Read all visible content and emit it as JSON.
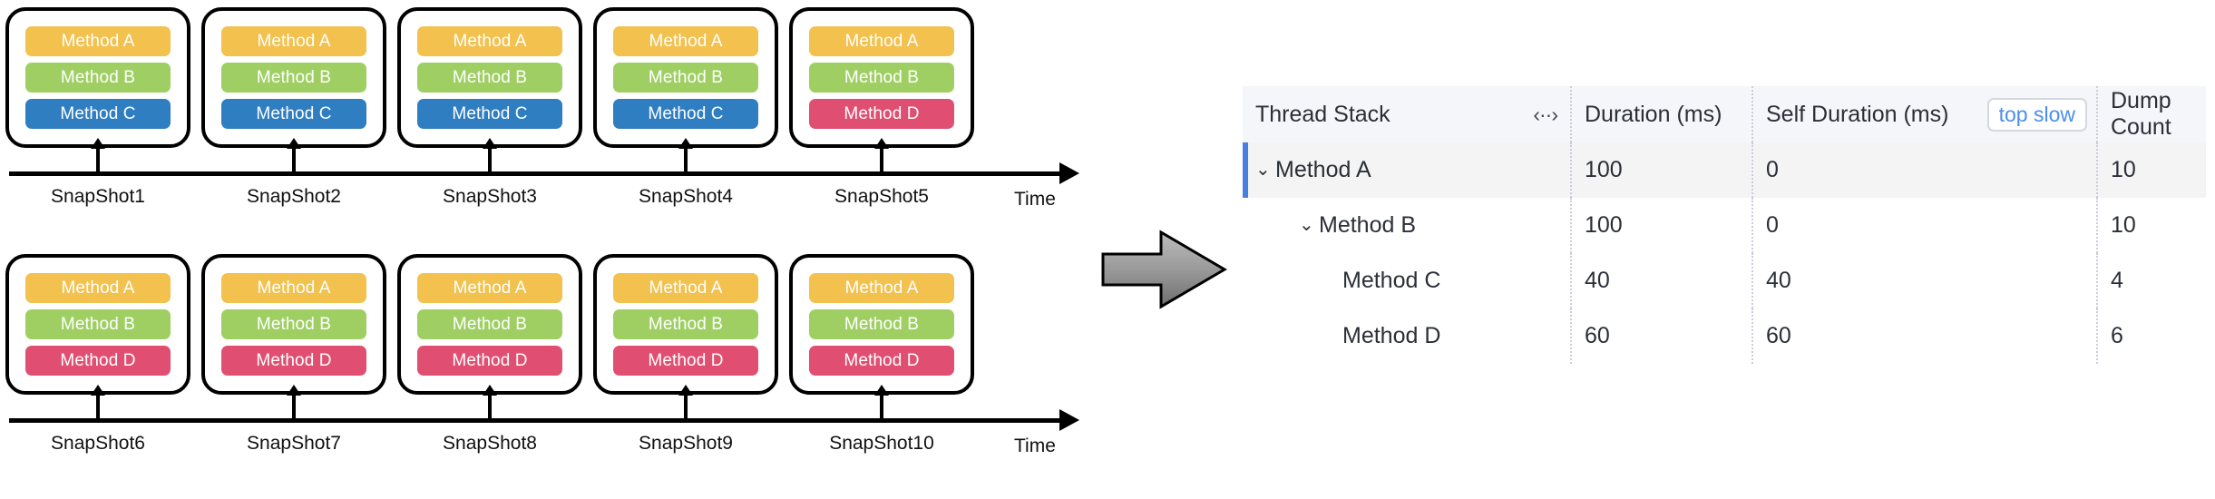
{
  "diagram": {
    "rows": [
      {
        "axis_time_label": "Time",
        "snapshots": [
          {
            "label": "SnapShot1",
            "methods": [
              {
                "name": "Method A",
                "color_key": "m-a"
              },
              {
                "name": "Method B",
                "color_key": "m-b"
              },
              {
                "name": "Method C",
                "color_key": "m-c"
              }
            ]
          },
          {
            "label": "SnapShot2",
            "methods": [
              {
                "name": "Method A",
                "color_key": "m-a"
              },
              {
                "name": "Method B",
                "color_key": "m-b"
              },
              {
                "name": "Method C",
                "color_key": "m-c"
              }
            ]
          },
          {
            "label": "SnapShot3",
            "methods": [
              {
                "name": "Method A",
                "color_key": "m-a"
              },
              {
                "name": "Method B",
                "color_key": "m-b"
              },
              {
                "name": "Method C",
                "color_key": "m-c"
              }
            ]
          },
          {
            "label": "SnapShot4",
            "methods": [
              {
                "name": "Method A",
                "color_key": "m-a"
              },
              {
                "name": "Method B",
                "color_key": "m-b"
              },
              {
                "name": "Method C",
                "color_key": "m-c"
              }
            ]
          },
          {
            "label": "SnapShot5",
            "methods": [
              {
                "name": "Method A",
                "color_key": "m-a"
              },
              {
                "name": "Method B",
                "color_key": "m-b"
              },
              {
                "name": "Method D",
                "color_key": "m-d"
              }
            ]
          }
        ]
      },
      {
        "axis_time_label": "Time",
        "snapshots": [
          {
            "label": "SnapShot6",
            "methods": [
              {
                "name": "Method A",
                "color_key": "m-a"
              },
              {
                "name": "Method B",
                "color_key": "m-b"
              },
              {
                "name": "Method D",
                "color_key": "m-d"
              }
            ]
          },
          {
            "label": "SnapShot7",
            "methods": [
              {
                "name": "Method A",
                "color_key": "m-a"
              },
              {
                "name": "Method B",
                "color_key": "m-b"
              },
              {
                "name": "Method D",
                "color_key": "m-d"
              }
            ]
          },
          {
            "label": "SnapShot8",
            "methods": [
              {
                "name": "Method A",
                "color_key": "m-a"
              },
              {
                "name": "Method B",
                "color_key": "m-b"
              },
              {
                "name": "Method D",
                "color_key": "m-d"
              }
            ]
          },
          {
            "label": "SnapShot9",
            "methods": [
              {
                "name": "Method A",
                "color_key": "m-a"
              },
              {
                "name": "Method B",
                "color_key": "m-b"
              },
              {
                "name": "Method D",
                "color_key": "m-d"
              }
            ]
          },
          {
            "label": "SnapShot10",
            "methods": [
              {
                "name": "Method A",
                "color_key": "m-a"
              },
              {
                "name": "Method B",
                "color_key": "m-b"
              },
              {
                "name": "Method D",
                "color_key": "m-d"
              }
            ]
          }
        ]
      }
    ],
    "colors": {
      "method_a": "#f2c14e",
      "method_b": "#9fcf63",
      "method_c": "#2f7ec1",
      "method_d": "#e04f72",
      "card_border": "#000000",
      "axis": "#000000"
    }
  },
  "transform_arrow": {
    "icon": "right-block-arrow",
    "fill_start": "#b4b4b4",
    "fill_end": "#7a7a7a",
    "stroke": "#000000"
  },
  "table": {
    "columns": [
      {
        "key": "thread_stack",
        "label": "Thread Stack",
        "resize_icon": "‹··›"
      },
      {
        "key": "duration",
        "label": "Duration (ms)"
      },
      {
        "key": "self_duration",
        "label": "Self Duration (ms)",
        "action_label": "top slow"
      },
      {
        "key": "dump_count",
        "label": "Dump Count"
      }
    ],
    "rows": [
      {
        "name": "Method A",
        "depth": 0,
        "expandable": true,
        "expanded": true,
        "chevron": "⌄",
        "duration": "100",
        "self_duration": "0",
        "dump_count": "10",
        "selected": true
      },
      {
        "name": "Method B",
        "depth": 1,
        "expandable": true,
        "expanded": true,
        "chevron": "⌄",
        "duration": "100",
        "self_duration": "0",
        "dump_count": "10",
        "selected": false
      },
      {
        "name": "Method C",
        "depth": 2,
        "expandable": false,
        "expanded": false,
        "chevron": "",
        "duration": "40",
        "self_duration": "40",
        "dump_count": "4",
        "selected": false
      },
      {
        "name": "Method D",
        "depth": 2,
        "expandable": false,
        "expanded": false,
        "chevron": "",
        "duration": "60",
        "self_duration": "60",
        "dump_count": "6",
        "selected": false
      }
    ],
    "colors": {
      "header_bg": "#f4f6f9",
      "selected_row_bg": "#f4f4f5",
      "selection_bar": "#4a7fe0",
      "link_blue": "#4a8ef0",
      "grid_dotted": "#c9cfd8"
    }
  }
}
